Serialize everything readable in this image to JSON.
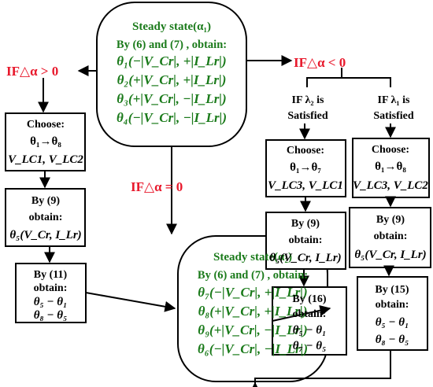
{
  "colors": {
    "green": "#1a7a1a",
    "red": "#e8192c",
    "black": "#000000"
  },
  "top_state": {
    "title": "Steady state(α₁)",
    "subtitle": "By (6) and (7) , obtain:",
    "lines": [
      "θ₁(−|V_Cr|, +|I_Lr|)",
      "θ₂(+|V_Cr|, +|I_Lr|)",
      "θ₃(+|V_Cr|, −|I_Lr|)",
      "θ₄(−|V_Cr|, −|I_Lr|)"
    ]
  },
  "bottom_state": {
    "title": "Steady state(α₂)",
    "subtitle": "By (6) and (7) , obtain:",
    "lines": [
      "θ₇(−|V_Cr|, +|I_Lr|)",
      "θ₈(+|V_Cr|, +|I_Lr|)",
      "θ₉(+|V_Cr|, −|I_Lr|)",
      "θ₆(−|V_Cr|, −|I_Lr|)"
    ]
  },
  "conditions": {
    "gt": "IF△α > 0",
    "lt": "IF△α < 0",
    "eq": "IF△α = 0",
    "lambda2": [
      "IF λ₂ is",
      "Satisfied"
    ],
    "lambda1": [
      "IF λ₁ is",
      "Satisfied"
    ]
  },
  "left_col": {
    "choose": [
      "Choose:",
      "θ₁→θ₈",
      "V_LC1, V_LC2"
    ],
    "by9": [
      "By (9)",
      "obtain:",
      "θ₅(V_Cr, I_Lr)"
    ],
    "by11": [
      "By (11)",
      "obtain:",
      "θ₅ − θ₁",
      "θ₈ − θ₅"
    ]
  },
  "mid_col": {
    "choose": [
      "Choose:",
      "θ₁→θ₇",
      "V_LC3, V_LC1"
    ],
    "by9": [
      "By (9)",
      "obtain:",
      "θ₅(V_Cr, I_Lr)"
    ],
    "by16": [
      "By (16)",
      "obtain:",
      "θ₅ − θ₁",
      "θ₇ − θ₅"
    ]
  },
  "right_col": {
    "choose": [
      "Choose:",
      "θ₁→θ₈",
      "V_LC3, V_LC2"
    ],
    "by9": [
      "By (9)",
      "obtain:",
      "θ₅(V_Cr, I_Lr)"
    ],
    "by15": [
      "By (15)",
      "obtain:",
      "θ₅ − θ₁",
      "θ₈ − θ₅"
    ]
  }
}
